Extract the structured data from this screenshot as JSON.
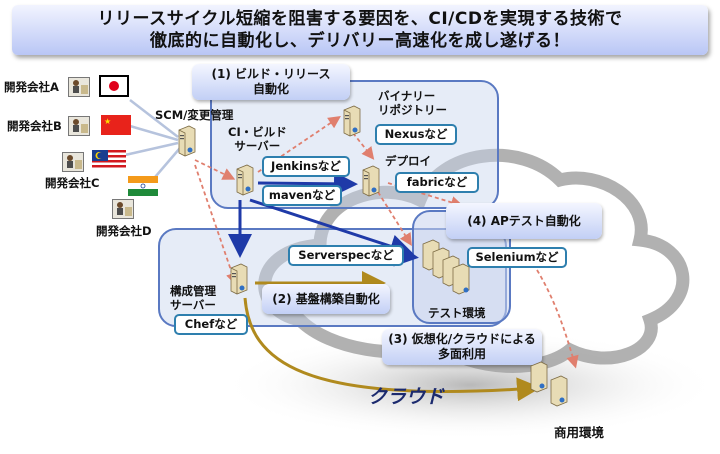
{
  "header": {
    "line1": "リリースサイクル短縮を阻害する要因を、CI/CDを実現する技術で",
    "line2": "徹底的に自動化し、デリバリー高速化を成し遂げる！"
  },
  "companies": [
    {
      "label": "開発会社A",
      "flag": "japan"
    },
    {
      "label": "開発会社B",
      "flag": "china"
    },
    {
      "label": "開発会社C",
      "flag": "malaysia"
    },
    {
      "label": "開発会社D",
      "flag": "india"
    }
  ],
  "scm": {
    "label": "SCM/変更管理"
  },
  "phases": {
    "p1": {
      "line1": "(1) ビルド・リリース",
      "line2": "自動化"
    },
    "p2": {
      "line1": "(2) 基盤構築自動化"
    },
    "p3": {
      "line1": "(3) 仮想化/クラウドによる",
      "line2": "多面利用"
    },
    "p4": {
      "line1": "(4) APテスト自動化"
    }
  },
  "nodes": {
    "ci": {
      "line1": "CI・ビルド",
      "line2": "サーバー"
    },
    "repo": {
      "line1": "バイナリー",
      "line2": "リポジトリー"
    },
    "deploy": {
      "line1": "デプロイ"
    },
    "config": {
      "line1": "構成管理",
      "line2": "サーバー"
    },
    "test_env": {
      "line1": "テスト環境"
    },
    "prod_env": {
      "line1": "商用環境"
    }
  },
  "tools": {
    "jenkins": "Jenkinsなど",
    "maven": "mavenなど",
    "nexus": "Nexusなど",
    "fabric": "fabricなど",
    "serverspec": "Serverspecなど",
    "selenium": "Seleniumなど",
    "chef": "Chefなど"
  },
  "cloud": {
    "label": "クラウド"
  },
  "colors": {
    "region_border": "#5a79c2",
    "tool_border": "#2e7fae",
    "flow_blue": "#1f3aa8",
    "flow_gold": "#b08a1e",
    "dashed_red": "#e07f6e",
    "cloud_text": "#1b2a6e"
  }
}
